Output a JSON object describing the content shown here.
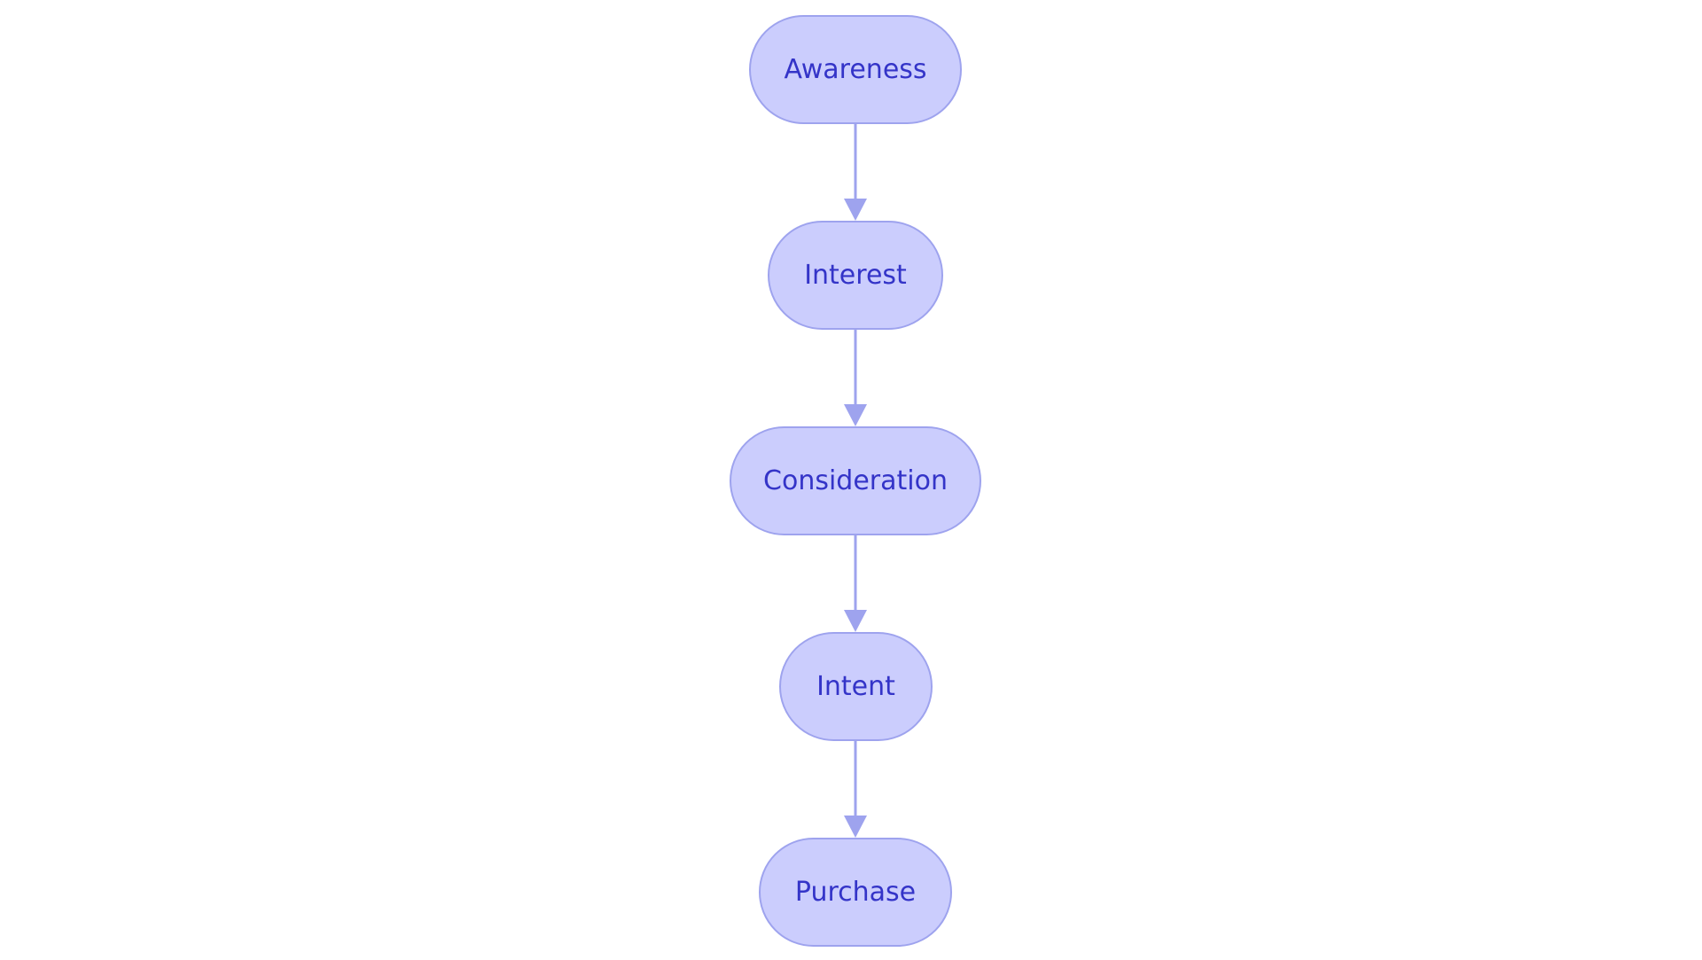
{
  "diagram": {
    "colors": {
      "node_fill": "#cbcdfd",
      "node_border": "#9ea3ee",
      "node_text": "#3434c8",
      "edge": "#9ea3ee"
    },
    "nodes": [
      {
        "id": "awareness",
        "label": "Awareness"
      },
      {
        "id": "interest",
        "label": "Interest"
      },
      {
        "id": "consideration",
        "label": "Consideration"
      },
      {
        "id": "intent",
        "label": "Intent"
      },
      {
        "id": "purchase",
        "label": "Purchase"
      }
    ],
    "edges": [
      {
        "from": "awareness",
        "to": "interest"
      },
      {
        "from": "interest",
        "to": "consideration"
      },
      {
        "from": "consideration",
        "to": "intent"
      },
      {
        "from": "intent",
        "to": "purchase"
      }
    ]
  }
}
